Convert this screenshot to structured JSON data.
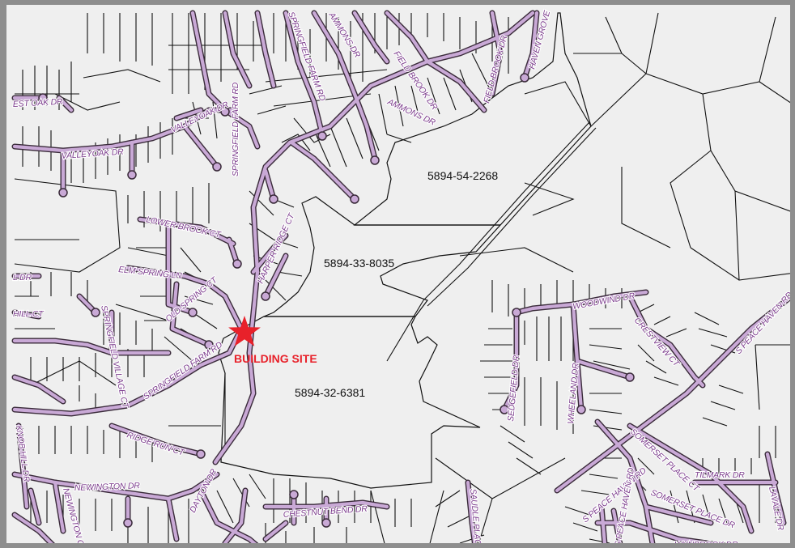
{
  "colors": {
    "background": "#efefef",
    "frame": "#8e8e8e",
    "parcel_fill": "#fff200",
    "road_fill": "#c9a9d6",
    "road_outline": "#3a2b3a",
    "street_label": "#7b3b8c",
    "site_marker": "#e8212a"
  },
  "icons": {
    "site_marker": "red-star-icon"
  },
  "map": {
    "parcels": [
      {
        "pin": "5894-54-2268"
      },
      {
        "pin": "5894-33-8035"
      },
      {
        "pin": "5894-32-6381"
      }
    ],
    "building_site_label": "BUILDING SITE",
    "streets": [
      "SPRINGFIELD FARM RD",
      "AMMONS DR",
      "FIELD BROOK DR",
      "HAVEN GROVE",
      "VALLEYOAK DR",
      "VALLEYOAK DR",
      "LOWER BROOK CT",
      "ELM SPRING LN",
      "HARPER RIDGE CT",
      "OLD SPRING CT",
      "SPRINGFIELD FARM RD",
      "SPRINGFIELD VILLAGE CT",
      "RIDGE RUN CT",
      "NEWINGTON DR",
      "NEWINGTON CT",
      "KNOB HILL DR",
      "DAYTON DR",
      "CHESTNUT BEND DR",
      "SAUDLE PLACE",
      "WOODWIND DR",
      "CRESTVIEW CT",
      "SEDGEFIELD DR",
      "WHEELAND DR",
      "S PEACE HAVEN RD",
      "S PEACE HAVEN RD",
      "S PEACE HAVEN RD",
      "SOMERSET PLACE CT",
      "SOMERSET PLACE DR",
      "TILMARK DR",
      "WYNBROOK DR",
      "LAVALE DR",
      "EST OAK DR",
      "HILL CT",
      "L DR",
      "SPRINGFIELD FARM RD",
      "AMMONS DR",
      "FIELD BROOK DR"
    ]
  }
}
